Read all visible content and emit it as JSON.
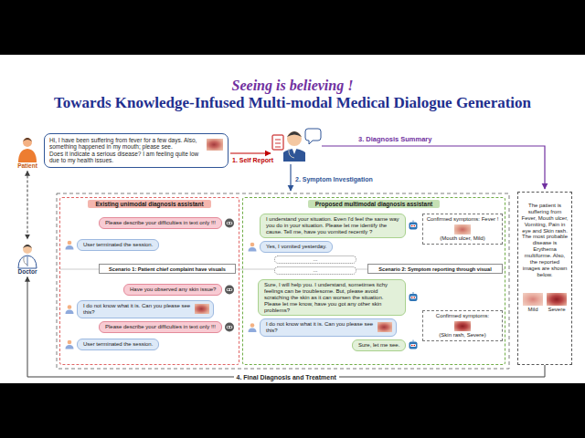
{
  "diagram": {
    "title": "Towards Knowledge-Infused Multi-modal Medical Dialogue Generation",
    "nodes": [
      {
        "text": [
          "Patient"
        ]
      },
      {
        "text": [
          "Hi, I have been suffering from fever for a few days. Also, something happened in my mouth; please see.",
          "Does it indicate a serious disease? I am feeling quite low due to my health issues."
        ]
      },
      {
        "text": [
          "Doctor"
        ]
      },
      {
        "text": [
          "Existing unimodal diagnosis assistant"
        ]
      },
      {
        "text": [
          "Please describe your difficulties in text only !!!"
        ],
        "in": 3
      },
      {
        "text": [
          "User terminated the session."
        ],
        "in": 3
      },
      {
        "text": [
          "Scenario 1: Patient chief complaint have visuals"
        ],
        "in": 3
      },
      {
        "text": [
          "Have you observed any skin issue?"
        ],
        "in": 3
      },
      {
        "text": [
          "I do not know what it is. Can you please see this?"
        ],
        "in": 3
      },
      {
        "text": [
          "Please describe your difficulties in text only !!!"
        ],
        "in": 3
      },
      {
        "text": [
          "User terminated the session."
        ],
        "in": 3
      },
      {
        "text": [
          "Proposed multimodal diagnosis assistant"
        ]
      },
      {
        "text": [
          "I understand your situation. Even I'd feel the same way you do in your situation. Please let me identify the cause. Tell me, have you vomited recently ?"
        ],
        "in": 11
      },
      {
        "text": [
          "Confirmed symptoms: Fever !",
          "(Mouth ulcer, Mild)"
        ],
        "in": 11
      },
      {
        "text": [
          "Yes, I vomited yesterday."
        ],
        "in": 11
      },
      {
        "text": [
          "..."
        ],
        "in": 11
      },
      {
        "text": [
          "..."
        ],
        "in": 11
      },
      {
        "text": [
          "Scenario 2: Symptom reporting through visual"
        ],
        "in": 11
      },
      {
        "text": [
          "Sure, I will help you. I understand, sometimes itchy feelings can be troublesome. But, please avoid scratching the skin as it can worsen the situation. Please let me know, have you got any other skin problems?"
        ],
        "in": 11
      },
      {
        "text": [
          "I do not know what it is. Can you please see this?"
        ],
        "in": 11
      },
      {
        "text": [
          "Sure, let me see."
        ],
        "in": 11
      },
      {
        "text": [
          "Confirmed symptoms:",
          "(Skin rash, Severe)"
        ],
        "in": 11
      },
      {
        "text": [
          "The patient is suffering from Fever, Mouth ulcer, Vomiting, Pain in eye and Skin rash. The most probable disease is Erythema multiforme. Also, the reported images are shown below.",
          "Mild",
          "Severe"
        ]
      }
    ],
    "edges": [
      {
        "from": 0,
        "to": 2,
        "arrow": "both"
      },
      {
        "from": 22,
        "to": 2,
        "label": "4. Final Diagnosis and Treatment",
        "arrow": "to"
      }
    ],
    "labels": [
      "Seeing is believing !",
      "1. Self Report",
      "2. Symptom Investigation",
      "3. Diagnosis Summary"
    ]
  }
}
